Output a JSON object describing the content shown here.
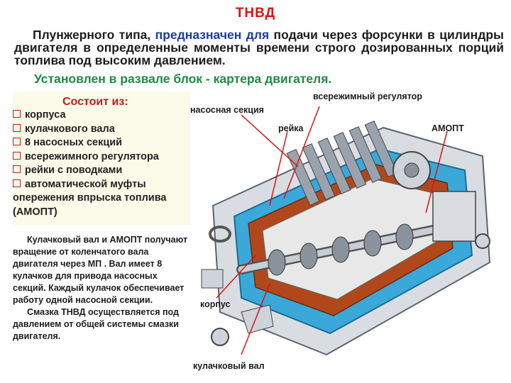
{
  "title": "ТНВД",
  "intro": {
    "part1": "Плунжерного типа, ",
    "part2": "предназначен для",
    "part3": " подачи через форсунки в цилиндры двигателя в определенные моменты времени строго дозированных порций топлива под высоким давлением."
  },
  "installed": "Установлен в развале блок - картера двигателя.",
  "parts": {
    "title": "Состоит из:",
    "items": [
      "корпуса",
      "кулачкового вала",
      "8 насосных секций",
      "всережимного регулятора",
      "рейки с поводками",
      "автоматической муфты"
    ],
    "continuation": "опережения впрыска топлива (АМОПТ)"
  },
  "description": {
    "p1": "Кулачковый вал и АМОПТ получают вращение от коленчатого вала двигателя через МП . Вал имеет 8 кулачков для привода насосных секций. Каждый кулачок обеспечивает работу одной насосной секции.",
    "p2": "Смазка ТНВД осуществляется под давлением от общей системы смазки двигателя."
  },
  "labels": {
    "regulator": "всережимный регулятор",
    "section": "насосная секция",
    "rack": "рейка",
    "amopt": "АМОПТ",
    "housing": "корпус",
    "camshaft": "кулачковый вал"
  },
  "colors": {
    "title": "#d81414",
    "blue_text": "#1a3aa8",
    "green_text": "#1e8a46",
    "bullet": "#c41a1a",
    "parts_bg": "#fbfbea",
    "housing_blue": "#3aa8d8",
    "rust": "#b0481c"
  }
}
